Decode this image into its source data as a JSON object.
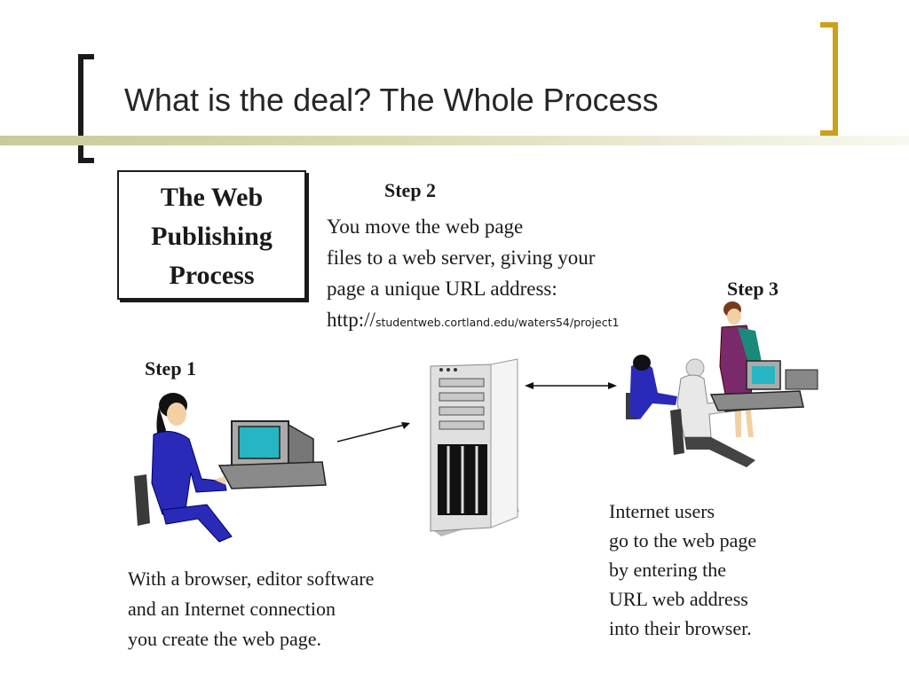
{
  "slide": {
    "title": "What is the deal? The Whole Process"
  },
  "diagram": {
    "box_title": [
      "The Web",
      "Publishing",
      "Process"
    ],
    "step1": {
      "label": "Step 1",
      "text": [
        "With a browser, editor software",
        "and an Internet connection",
        "you create the web page."
      ]
    },
    "step2": {
      "label": "Step 2",
      "text": [
        "You move the web page",
        "files to a web server, giving your",
        "page a unique URL address:"
      ],
      "url_prefix": "http://",
      "url": "studentweb.cortland.edu/waters54/project1"
    },
    "step3": {
      "label": "Step 3",
      "text": [
        "Internet users",
        "go to the web page",
        "by entering the",
        "URL web address",
        "into their browser."
      ]
    }
  },
  "colors": {
    "bracket_left": "#1a1a1a",
    "bracket_right": "#c9a21a",
    "title_rule": "#c9c99a"
  },
  "icons": [
    "person-at-computer-icon",
    "web-server-icon",
    "users-at-computers-icon",
    "arrow-icon",
    "double-arrow-icon"
  ]
}
